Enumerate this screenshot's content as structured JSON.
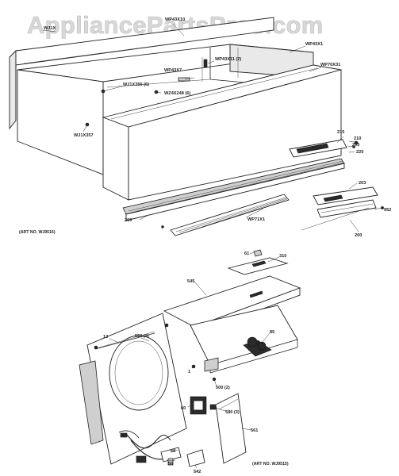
{
  "watermark": "AppliancePartsPros.com",
  "upper_assembly": {
    "art_no": "(ART NO. WJ9516)",
    "labels": {
      "wj1x": "WJ1X",
      "wp43x10": "WP43X10",
      "wp43x1": "WP43X1",
      "wp43x7": "WP43X7",
      "wp43x11": "WP43X11 (2)",
      "wp70x31": "WP70X31",
      "wj1x355": "WJ1X355 (6)",
      "wz4x248": "WZ4X248 (6)",
      "wj1x357": "WJ1X357",
      "p215": "215",
      "p210": "210",
      "p205": "205",
      "p220": "220",
      "p203": "203",
      "p952": "952",
      "p200a": "200",
      "p200b": "200",
      "wp71x1": "WP71X1"
    }
  },
  "lower_assembly": {
    "art_no": "(ART NO. WJ9515)",
    "labels": {
      "p61": "61",
      "p310": "310",
      "p545": "545",
      "p85": "85",
      "p12": "12",
      "p550": "550 (3)",
      "p1": "1",
      "p500": "500 (2)",
      "p60": "60",
      "p580": "580 (3)",
      "p561": "561",
      "p58": "58",
      "p56": "56",
      "p542": "542"
    }
  }
}
